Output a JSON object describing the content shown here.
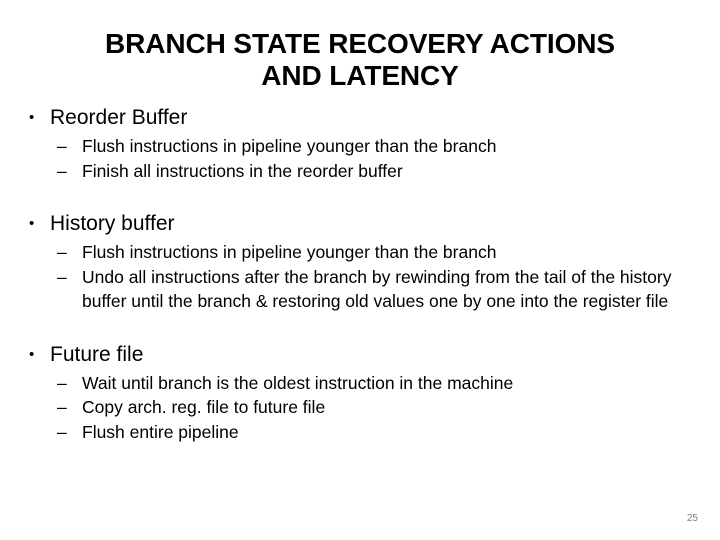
{
  "slide": {
    "background_color": "#ffffff",
    "text_color": "#000000",
    "page_number": "25",
    "page_number_color": "#808080"
  },
  "title": {
    "line1": "BRANCH STATE RECOVERY ACTIONS",
    "line2": "AND LATENCY"
  },
  "markers": {
    "level1": "•",
    "level2": "–"
  },
  "sections": [
    {
      "heading": "Reorder Buffer",
      "items": [
        "Flush instructions in pipeline younger than the branch",
        "Finish all instructions in the reorder buffer"
      ]
    },
    {
      "heading": "History buffer",
      "items": [
        "Flush instructions in pipeline younger than the branch",
        "Undo all instructions after the branch by rewinding from the tail of the history buffer until the branch & restoring old values one by one into the register file"
      ]
    },
    {
      "heading": "Future file",
      "items": [
        "Wait until branch is the oldest instruction in the machine",
        "Copy arch. reg. file to future file",
        "Flush entire pipeline"
      ]
    }
  ]
}
